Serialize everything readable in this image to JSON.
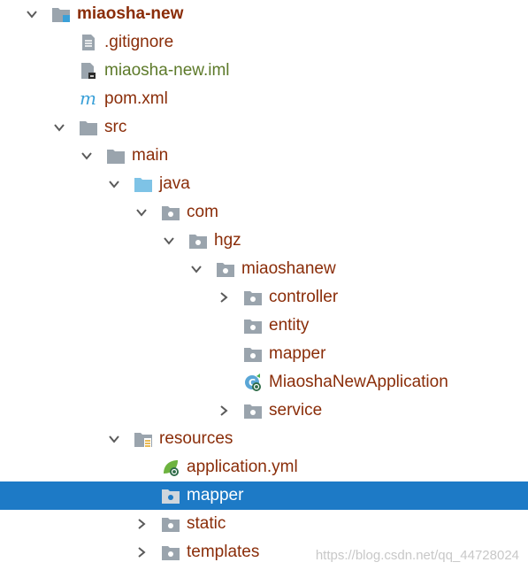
{
  "colors": {
    "selection": "#1d7ac6",
    "label": "#8a2d09",
    "folder": "#9aa4ad",
    "source_folder": "#7ec3e6"
  },
  "tree": {
    "root": {
      "label": "miaosha-new",
      "icon": "module-folder-icon",
      "expanded": true
    },
    "gitignore": {
      "label": ".gitignore",
      "icon": "text-file-icon"
    },
    "iml": {
      "label": "miaosha-new.iml",
      "icon": "iml-file-icon"
    },
    "pom": {
      "label": "pom.xml",
      "icon": "maven-icon"
    },
    "src": {
      "label": "src",
      "icon": "folder-icon",
      "expanded": true
    },
    "main": {
      "label": "main",
      "icon": "folder-icon",
      "expanded": true
    },
    "java": {
      "label": "java",
      "icon": "source-folder-icon",
      "expanded": true
    },
    "com": {
      "label": "com",
      "icon": "package-icon",
      "expanded": true
    },
    "hgz": {
      "label": "hgz",
      "icon": "package-icon",
      "expanded": true
    },
    "miaoshanew": {
      "label": "miaoshanew",
      "icon": "package-icon",
      "expanded": true
    },
    "controller": {
      "label": "controller",
      "icon": "package-icon",
      "expanded": false
    },
    "entity": {
      "label": "entity",
      "icon": "package-icon"
    },
    "mapper_pkg": {
      "label": "mapper",
      "icon": "package-icon"
    },
    "app_class": {
      "label": "MiaoshaNewApplication",
      "icon": "spring-boot-class-icon"
    },
    "service": {
      "label": "service",
      "icon": "package-icon",
      "expanded": false
    },
    "resources": {
      "label": "resources",
      "icon": "resources-folder-icon",
      "expanded": true
    },
    "app_yml": {
      "label": "application.yml",
      "icon": "spring-config-icon"
    },
    "mapper_res": {
      "label": "mapper",
      "icon": "package-icon",
      "selected": true
    },
    "static": {
      "label": "static",
      "icon": "package-icon",
      "expanded": false
    },
    "templates": {
      "label": "templates",
      "icon": "package-icon",
      "expanded": false
    }
  },
  "watermark": "https://blog.csdn.net/qq_44728024"
}
